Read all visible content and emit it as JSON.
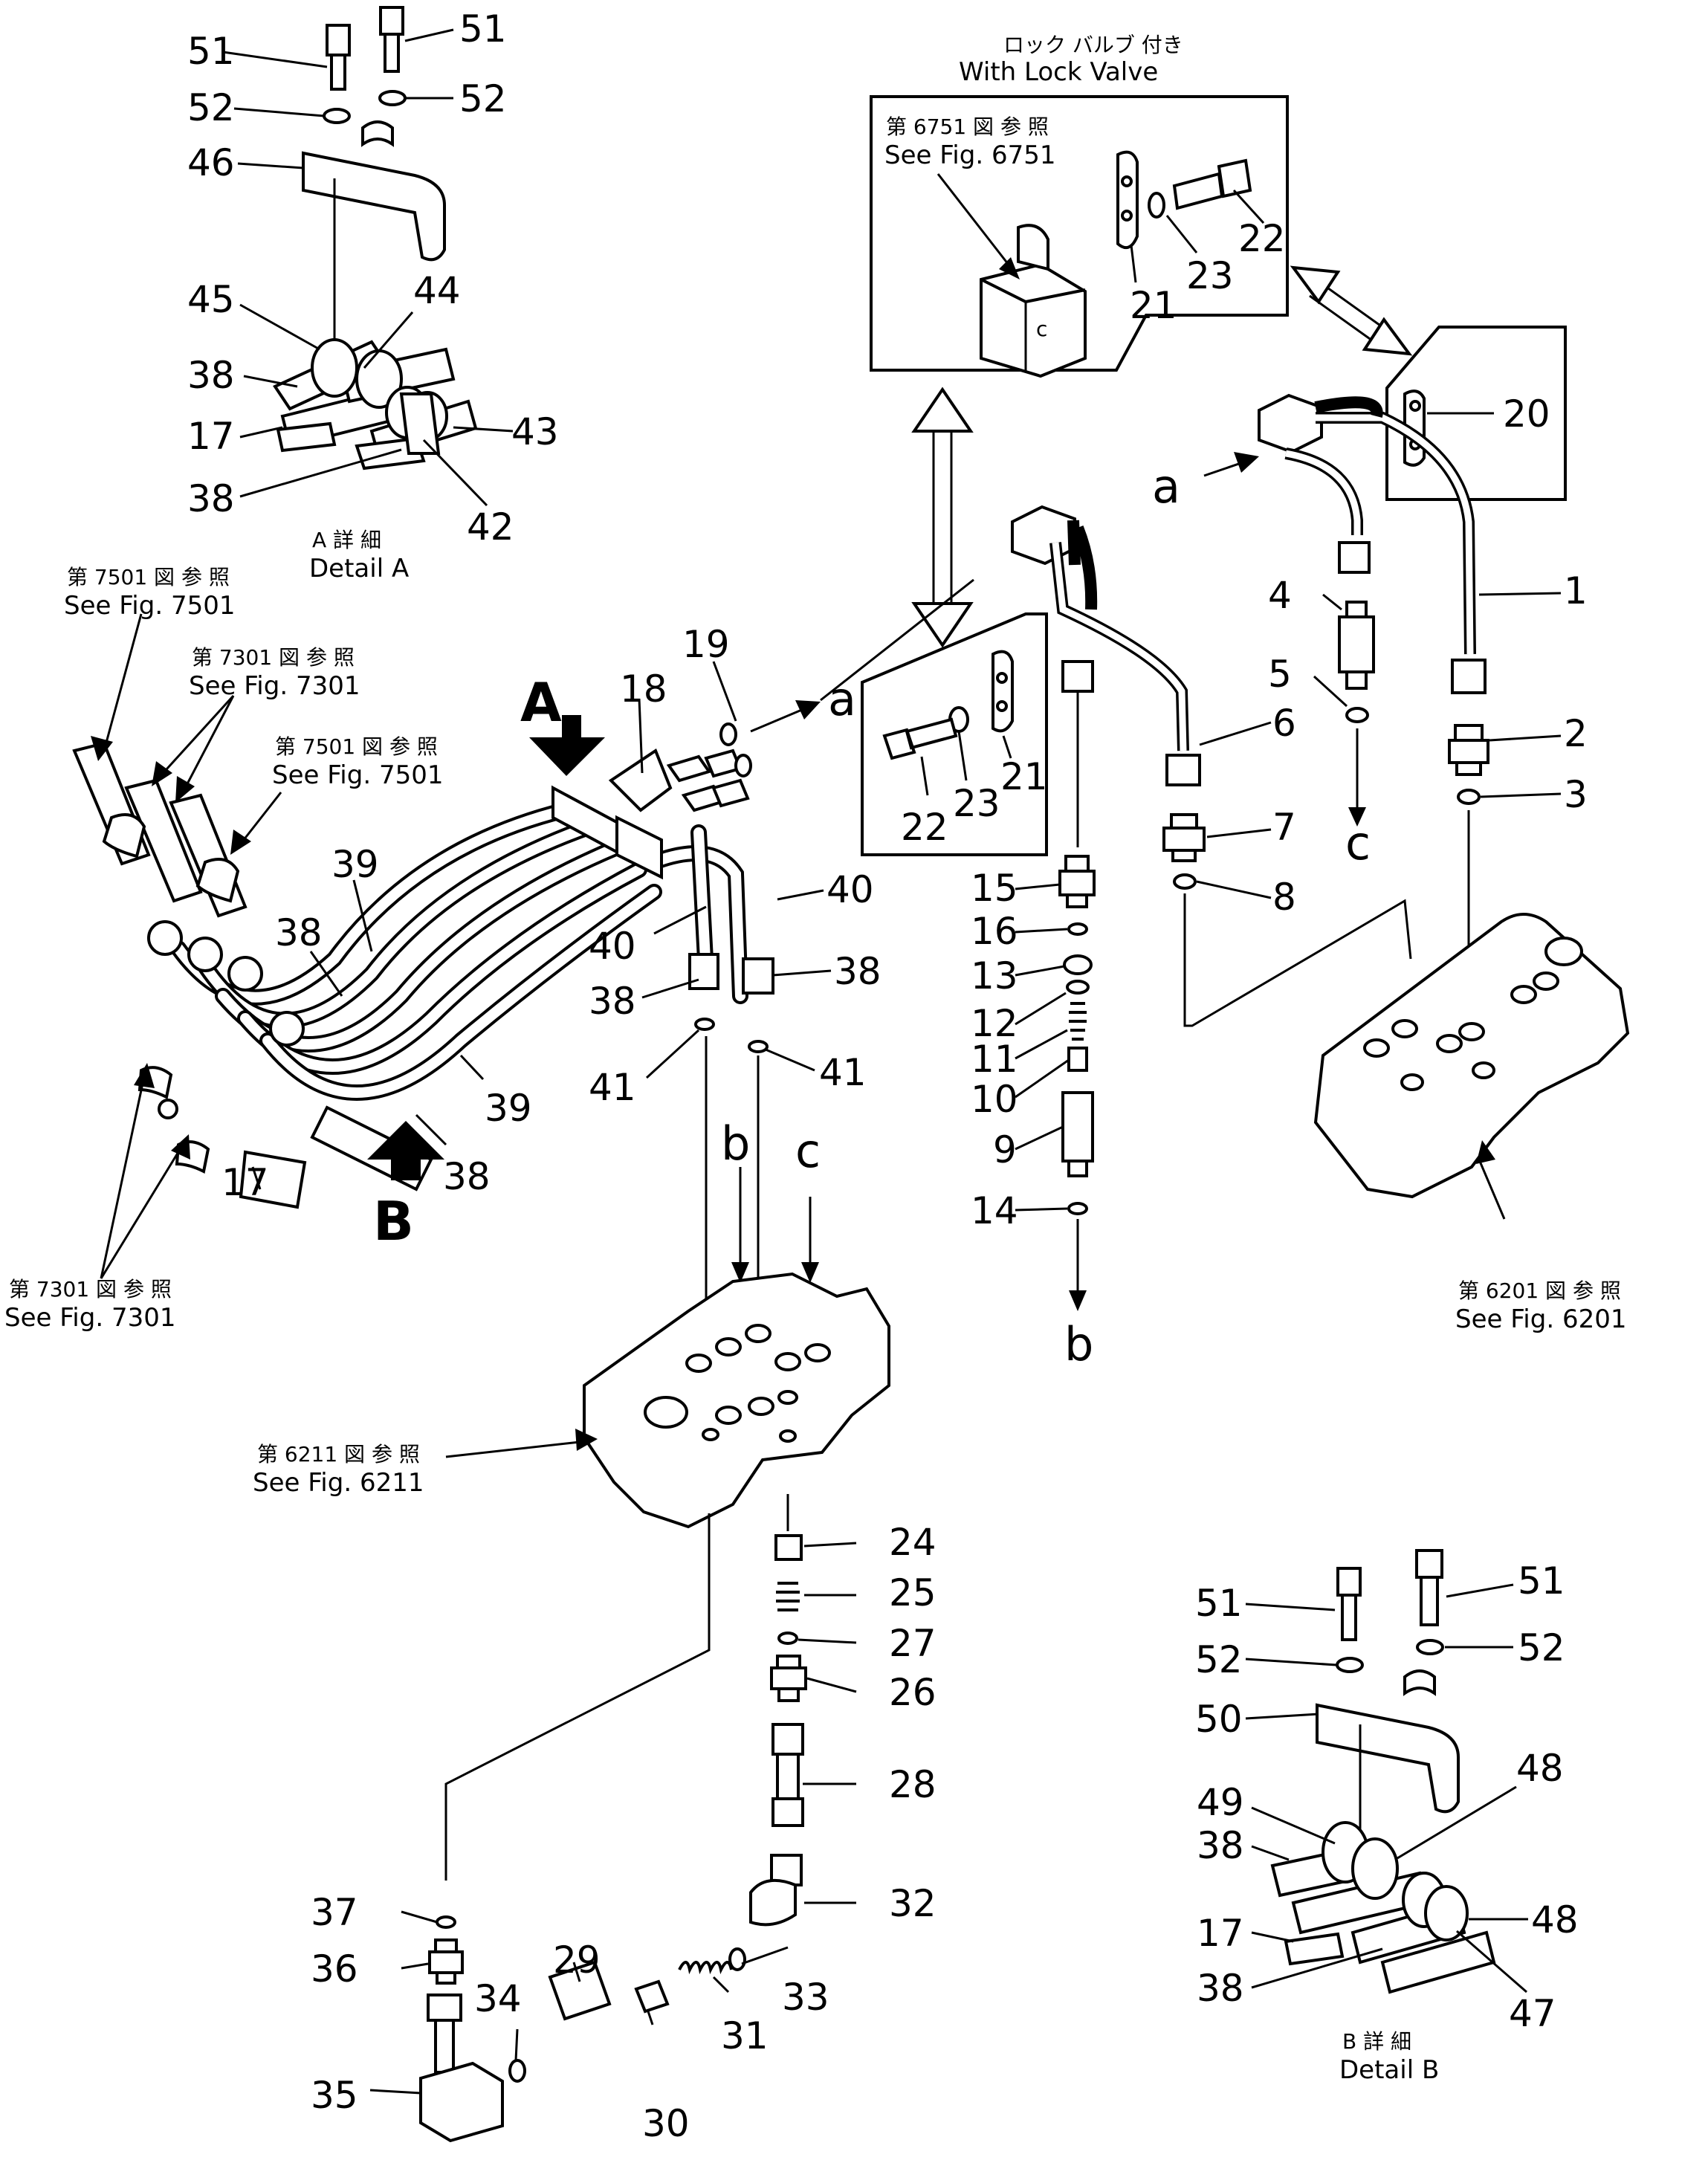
{
  "top_caption": {
    "jp": "ロック バルブ 付き",
    "en": "With Lock Valve"
  },
  "lock_box_ref": {
    "jp": "第 6751 図 参 照",
    "en": "See Fig. 6751"
  },
  "detail_a": {
    "jp": "A 詳 細",
    "en": "Detail A"
  },
  "detail_b": {
    "jp": "B 詳 細",
    "en": "Detail B"
  },
  "refs": {
    "fig7501_top": {
      "jp": "第 7501 図 参 照",
      "en": "See Fig. 7501"
    },
    "fig7301_top": {
      "jp": "第 7301 図 参 照",
      "en": "See Fig. 7301"
    },
    "fig7501_mid": {
      "jp": "第 7501 図 参 照",
      "en": "See Fig. 7501"
    },
    "fig7301_bottom": {
      "jp": "第 7301 図 参 照",
      "en": "See Fig. 7301"
    },
    "fig6211": {
      "jp": "第 6211 図 参 照",
      "en": "See Fig. 6211"
    },
    "fig6201": {
      "jp": "第 6201 図 参 照",
      "en": "See Fig. 6201"
    }
  },
  "view_letters": {
    "A": "A",
    "B": "B"
  },
  "connection_letters": {
    "a": "a",
    "b": "b",
    "c": "c"
  },
  "part_numbers": {
    "n1": "1",
    "n2": "2",
    "n3": "3",
    "n4": "4",
    "n5": "5",
    "n6": "6",
    "n7": "7",
    "n8": "8",
    "n9": "9",
    "n10": "10",
    "n11": "11",
    "n12": "12",
    "n13": "13",
    "n14": "14",
    "n15": "15",
    "n16": "16",
    "n17": "17",
    "n18": "18",
    "n19": "19",
    "n20": "20",
    "n21": "21",
    "n22": "22",
    "n23": "23",
    "n24": "24",
    "n25": "25",
    "n26": "26",
    "n27": "27",
    "n28": "28",
    "n29": "29",
    "n30": "30",
    "n31": "31",
    "n32": "32",
    "n33": "33",
    "n34": "34",
    "n35": "35",
    "n36": "36",
    "n37": "37",
    "n38": "38",
    "n39": "39",
    "n40": "40",
    "n41": "41",
    "n42": "42",
    "n43": "43",
    "n44": "44",
    "n45": "45",
    "n46": "46",
    "n47": "47",
    "n48": "48",
    "n49": "49",
    "n50": "50",
    "n51": "51",
    "n52": "52"
  }
}
